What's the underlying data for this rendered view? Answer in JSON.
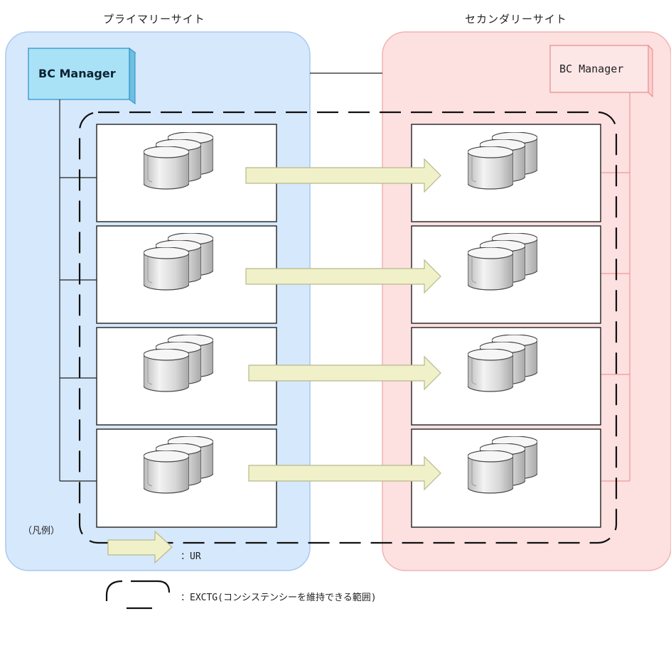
{
  "sites": {
    "primary": {
      "title": "プライマリーサイト",
      "bc_manager_label": "BC Manager"
    },
    "secondary": {
      "title": "セカンダリーサイト",
      "bc_manager_label": "BC Manager"
    }
  },
  "storage_pairs_count": 4,
  "legend": {
    "title": "（凡例）",
    "ur_label": "：UR",
    "excTg_label": "：EXCTG(コンシステンシーを維持できる範囲)"
  },
  "colors": {
    "primary_bg": "#d6e8fb",
    "primary_border": "#a9c9ef",
    "secondary_bg": "#fde0e0",
    "secondary_border": "#f1b3b3",
    "bcm_primary_fill": "#a9e2f6",
    "bcm_primary_border": "#2a8fc7",
    "bcm_secondary_border": "#e88a8a",
    "arrow_fill": "#f1f1c9",
    "arrow_stroke": "#b8b88e"
  }
}
